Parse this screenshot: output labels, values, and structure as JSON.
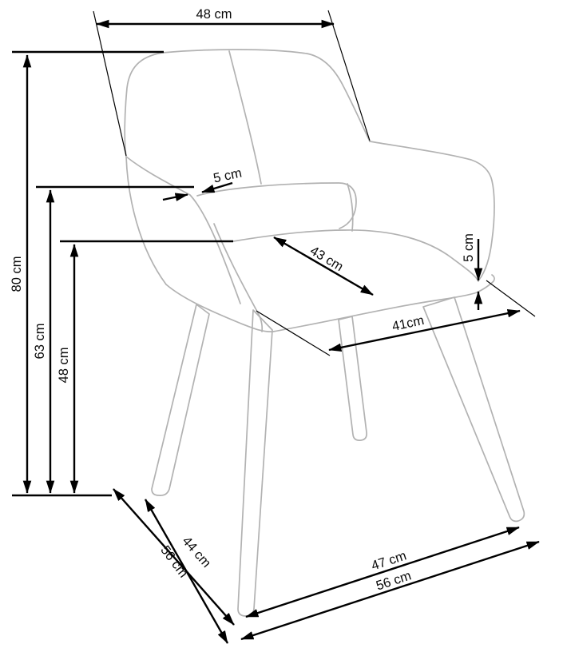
{
  "diagram": {
    "subject": "armchair technical dimension drawing",
    "unit": "cm",
    "dimension_labels": {
      "back_width": "48 cm",
      "total_height": "80 cm",
      "armrest_height": "63 cm",
      "seat_height": "48 cm",
      "armrest_pad_thickness": "5 cm",
      "seat_diagonal": "43 cm",
      "seat_cushion_thickness": "5 cm",
      "seat_width_front": "41cm",
      "seat_depth": "44 cm",
      "total_depth": "56 cm",
      "front_width": "47 cm",
      "total_width": "56 cm"
    },
    "colors": {
      "chair_outline": "#b2b2b2",
      "dimension_lines": "#000000",
      "background": "#ffffff"
    }
  }
}
